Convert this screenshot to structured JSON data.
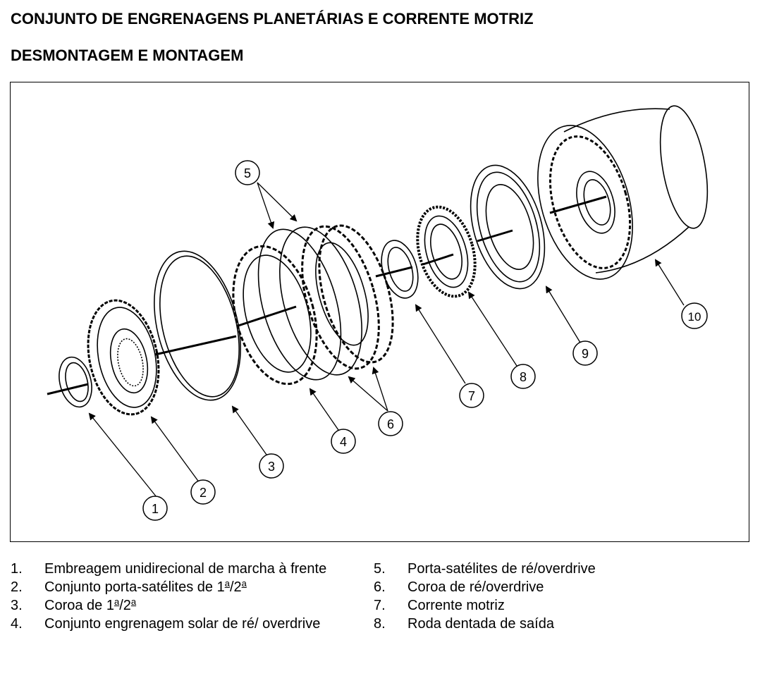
{
  "title": "CONJUNTO DE ENGRENAGENS PLANETÁRIAS E CORRENTE MOTRIZ",
  "subtitle": "DESMONTAGEM E MONTAGEM",
  "callouts": [
    "1",
    "2",
    "3",
    "4",
    "5",
    "6",
    "7",
    "8",
    "9",
    "10"
  ],
  "legend": {
    "left": [
      {
        "num": "1.",
        "text": "Embreagem unidirecional de marcha à frente"
      },
      {
        "num": "2.",
        "text_a": "Conjunto porta-satélites de 1",
        "sup_a": "a",
        "text_b": "/2",
        "sup_b": "a"
      },
      {
        "num": "3.",
        "text_a": "Coroa de 1",
        "sup_a": "a",
        "text_b": "/2",
        "sup_b": "a"
      },
      {
        "num": "4.",
        "text": "Conjunto engrenagem solar de ré/ overdrive"
      }
    ],
    "right": [
      {
        "num": "5.",
        "text": "Porta-satélites de ré/overdrive"
      },
      {
        "num": "6.",
        "text": "Coroa de ré/overdrive"
      },
      {
        "num": "7.",
        "text": "Corrente motriz"
      },
      {
        "num": "8.",
        "text": "Roda dentada de saída"
      }
    ]
  }
}
